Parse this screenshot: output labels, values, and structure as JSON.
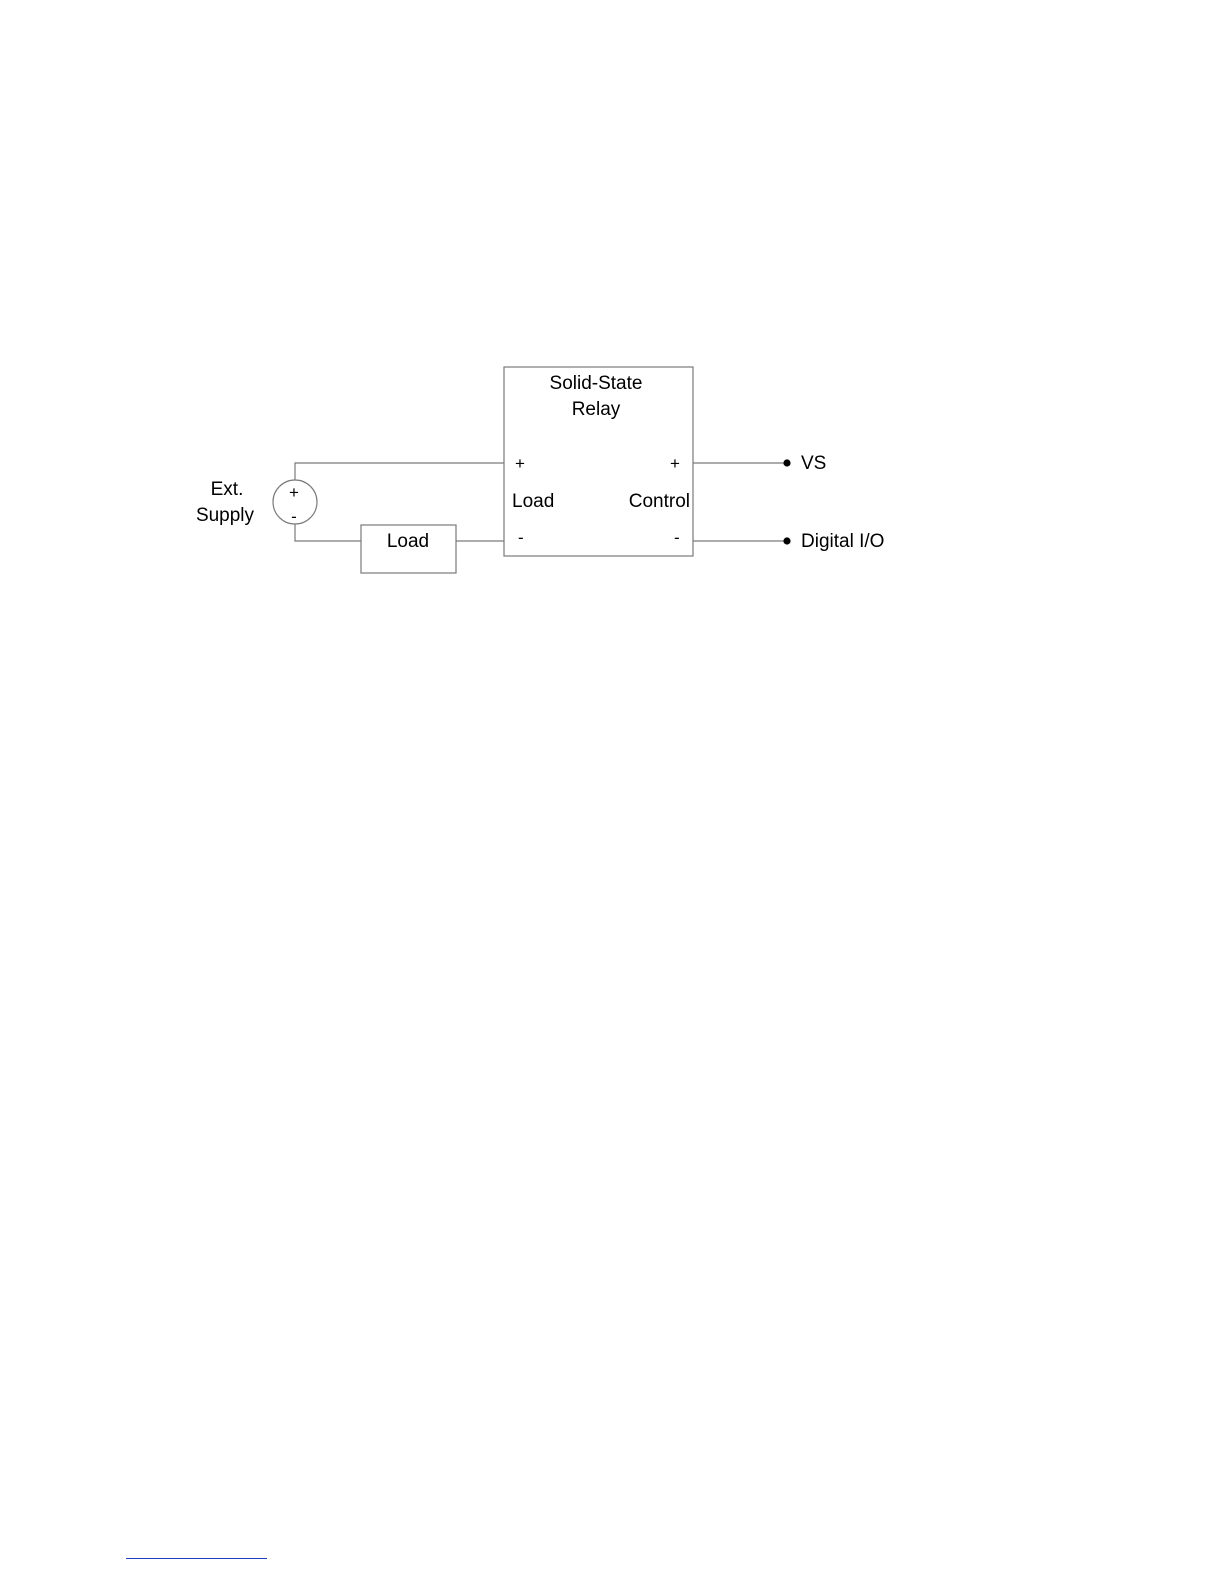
{
  "diagram": {
    "relay": {
      "title_line1": "Solid-State",
      "title_line2": "Relay",
      "load_plus": "+",
      "load_label": "Load",
      "load_minus": "-",
      "control_plus": "+",
      "control_label": "Control",
      "control_minus": "-"
    },
    "supply": {
      "label_line1": "Ext.",
      "label_line2": "Supply",
      "plus": "+",
      "minus": "-"
    },
    "load_box": {
      "label": "Load"
    },
    "terminals": {
      "vs": "VS",
      "digital_io": "Digital I/O"
    }
  },
  "colors": {
    "wire": "#7a7a7a",
    "text": "#000000",
    "footnote_rule": "#1f3fbf"
  }
}
